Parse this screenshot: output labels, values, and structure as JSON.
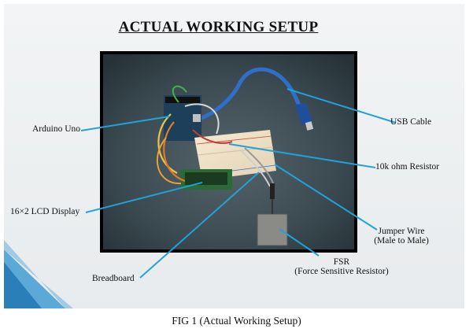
{
  "title": "ACTUAL WORKING SETUP",
  "caption": "FIG 1 (Actual Working Setup)",
  "labels": {
    "arduino": "Arduino Uno",
    "lcd": "16×2 LCD Display",
    "breadboard": "Breadboard",
    "usb": "USB Cable",
    "resistor": "10k ohm Resistor",
    "jumper_line1": "Jumper Wire",
    "jumper_line2": "(Male to Male)",
    "fsr_line1": "FSR",
    "fsr_line2": "(Force Sensitive Resistor)"
  },
  "colors": {
    "leader": "#1fa3d8",
    "accent_stripe": "#2b7fb8"
  }
}
